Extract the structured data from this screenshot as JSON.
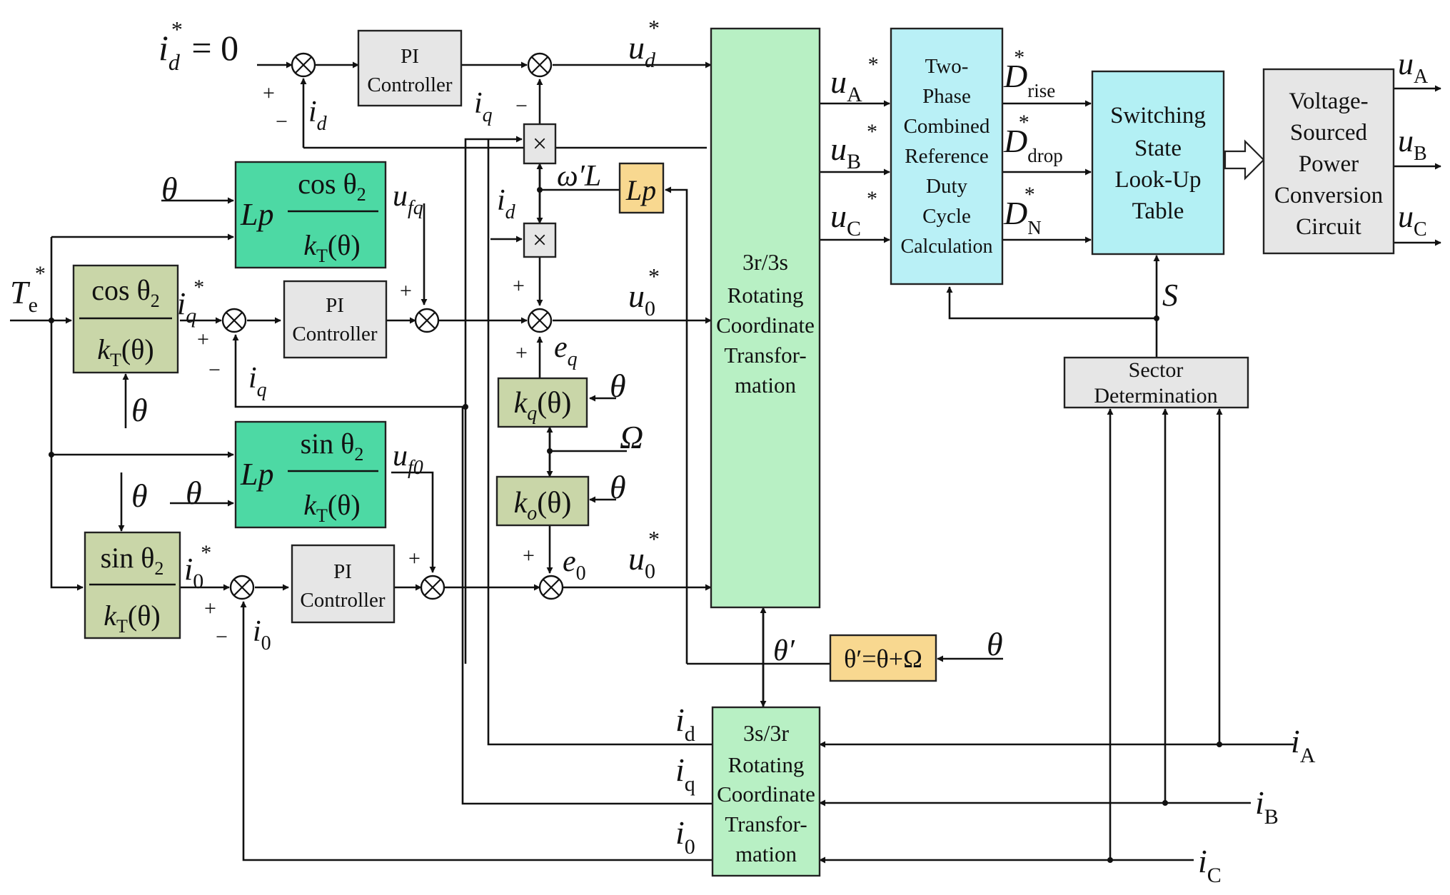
{
  "colors": {
    "background": "#ffffff",
    "stroke": "#111111",
    "gray_block": "#e6e6e6",
    "transform_block": "#b8f0c4",
    "duty_block": "#b9f0f6",
    "lookup_block": "#b3f0f4",
    "feedforward_block": "#4dd9a4",
    "gain_block": "#c9d6a8",
    "lp_block": "#f8d890"
  },
  "icons": {
    "summing_junction": "circle-cross-icon",
    "multiplier": "multiply-icon",
    "hollow_arrow": "hollow-arrow-icon"
  },
  "blocks": {
    "pi_d": {
      "line1": "PI",
      "line2": "Controller"
    },
    "pi_q": {
      "line1": "PI",
      "line2": "Controller"
    },
    "pi_0": {
      "line1": "PI",
      "line2": "Controller"
    },
    "transform_main": {
      "line1": "3r/3s",
      "line2": "Rotating",
      "line3": "Coordinate",
      "line4": "Transfor-",
      "line5": "mation"
    },
    "transform_inv": {
      "line1": "3s/3r",
      "line2": "Rotating",
      "line3": "Coordinate",
      "line4": "Transfor-",
      "line5": "mation"
    },
    "duty": {
      "line1": "Two-",
      "line2": "Phase",
      "line3": "Combined",
      "line4": "Reference",
      "line5": "Duty",
      "line6": "Cycle",
      "line7": "Calculation"
    },
    "lookup": {
      "line1": "Switching",
      "line2": "State",
      "line3": "Look-Up",
      "line4": "Table"
    },
    "vsc": {
      "line1": "Voltage-",
      "line2": "Sourced",
      "line3": "Power",
      "line4": "Conversion",
      "line5": "Circuit"
    },
    "sector": {
      "line1": "Sector",
      "line2": "Determination"
    },
    "ff_q": {
      "prefix": "Lp",
      "num": "cos θ",
      "num_sub": "2",
      "den": "k",
      "den_sub": "T",
      "den_arg": "(θ)"
    },
    "ff_0": {
      "prefix": "Lp",
      "num": "sin θ",
      "num_sub": "2",
      "den": "k",
      "den_sub": "T",
      "den_arg": "(θ)"
    },
    "ref_q": {
      "num": "cos θ",
      "num_sub": "2",
      "den": "k",
      "den_sub": "T",
      "den_arg": "(θ)"
    },
    "ref_0": {
      "num": "sin θ",
      "num_sub": "2",
      "den": "k",
      "den_sub": "T",
      "den_arg": "(θ)"
    },
    "kq": {
      "k": "k",
      "sub": "q",
      "arg": "(θ)"
    },
    "ko": {
      "k": "k",
      "sub": "o",
      "arg": "(θ)"
    },
    "lp": {
      "text": "Lp"
    },
    "theta_shift": {
      "text": "θ′=θ+Ω"
    }
  },
  "labels": {
    "id_ref": {
      "main": "i",
      "sub": "d",
      "sup": "*",
      "rest": " = 0"
    },
    "ud_ref": {
      "main": "u",
      "sub": "d",
      "sup": "*"
    },
    "uq_ref": {
      "main": "u",
      "sub": "0",
      "sup": "*"
    },
    "u0_ref": {
      "main": "u",
      "sub": "0",
      "sup": "*"
    },
    "te_ref": {
      "main": "T",
      "sub": "e",
      "sup": "*"
    },
    "iq_ref": {
      "main": "i",
      "sub": "q",
      "sup": "*"
    },
    "i0_ref": {
      "main": "i",
      "sub": "0",
      "sup": "*"
    },
    "id_fb": {
      "main": "i",
      "sub": "d"
    },
    "iq_top": {
      "main": "i",
      "sub": "q"
    },
    "id_mid": {
      "main": "i",
      "sub": "d"
    },
    "iq_fb": {
      "main": "i",
      "sub": "q"
    },
    "i0_fb": {
      "main": "i",
      "sub": "0"
    },
    "ufq": {
      "main": "u",
      "sub": "fq"
    },
    "uf0": {
      "main": "u",
      "sub": "f0"
    },
    "eq": {
      "main": "e",
      "sub": "q"
    },
    "e0": {
      "main": "e",
      "sub": "0"
    },
    "omega_l": {
      "text": "ω′L"
    },
    "theta_prime": {
      "text": "θ′"
    },
    "theta": "θ",
    "Omega": "Ω",
    "ua_ref": {
      "main": "u",
      "sub": "A",
      "sup": "*"
    },
    "ub_ref": {
      "main": "u",
      "sub": "B",
      "sup": "*"
    },
    "uc_ref": {
      "main": "u",
      "sub": "C",
      "sup": "*"
    },
    "d_rise": {
      "main": "D",
      "sub": "rise",
      "sup": "*"
    },
    "d_drop": {
      "main": "D",
      "sub": "drop",
      "sup": "*"
    },
    "d_n": {
      "main": "D",
      "sub": "N",
      "sup": "*"
    },
    "s": "S",
    "ua_out": {
      "main": "u",
      "sub": "A"
    },
    "ub_out": {
      "main": "u",
      "sub": "B"
    },
    "uc_out": {
      "main": "u",
      "sub": "C"
    },
    "ia_in": {
      "main": "i",
      "sub": "A"
    },
    "ib_in": {
      "main": "i",
      "sub": "B"
    },
    "ic_in": {
      "main": "i",
      "sub": "C"
    },
    "id_out": {
      "main": "i",
      "sub": "d"
    },
    "iq_out": {
      "main": "i",
      "sub": "q"
    },
    "i0_out": {
      "main": "i",
      "sub": "0"
    },
    "plus": "+",
    "minus": "−",
    "times": "×"
  }
}
